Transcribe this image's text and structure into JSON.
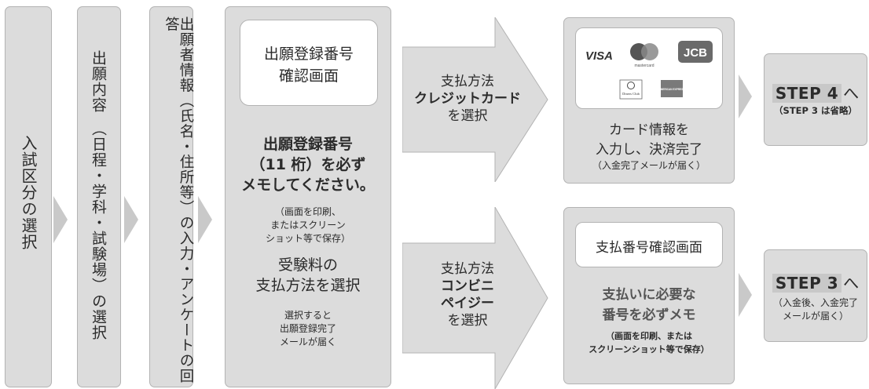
{
  "col1": {
    "text": "入試区分の選択"
  },
  "col2": {
    "line1": "出願内容",
    "line2": "（日程・学科・試験場）の選択"
  },
  "col3": {
    "text": "出願者情報（氏名・住所等）の入力・アンケートの回答"
  },
  "col4": {
    "panel_title_1": "出願登録番号",
    "panel_title_2": "確認画面",
    "bold_1": "出願登録番号",
    "bold_2": "（11 桁）を必ず",
    "bold_3": "メモしてください。",
    "note_1": "（画面を印刷、",
    "note_2": "またはスクリーン",
    "note_3": "ショット等で保存）",
    "fee_1": "受験料の",
    "fee_2": "支払方法を選択",
    "mail_1": "選択すると",
    "mail_2": "出願登録完了",
    "mail_3": "メールが届く"
  },
  "arrow_credit": {
    "line1": "支払方法",
    "line2": "クレジットカード",
    "line3": "を選択"
  },
  "arrow_conv": {
    "line1": "支払方法",
    "line2": "コンビニ",
    "line3": "ペイジー",
    "line4": "を選択"
  },
  "credit_box": {
    "brands": [
      "VISA",
      "mastercard",
      "JCB",
      "Diners Club",
      "AMERICAN EXPRESS"
    ],
    "line1": "カード情報を",
    "line2": "入力し、決済完了",
    "line3": "（入金完了メールが届く）"
  },
  "conv_box": {
    "panel": "支払番号確認画面",
    "line1": "支払いに必要な",
    "line2": "番号を必ずメモ",
    "line3": "（画面を印刷、または",
    "line4": "スクリーンショット等で保存）"
  },
  "step4": {
    "label": "STEP 4",
    "suffix": "へ",
    "note": "（STEP 3 は省略）"
  },
  "step3": {
    "label": "STEP 3",
    "suffix": "へ",
    "note_1": "（入金後、入金完了",
    "note_2": "メールが届く）"
  }
}
